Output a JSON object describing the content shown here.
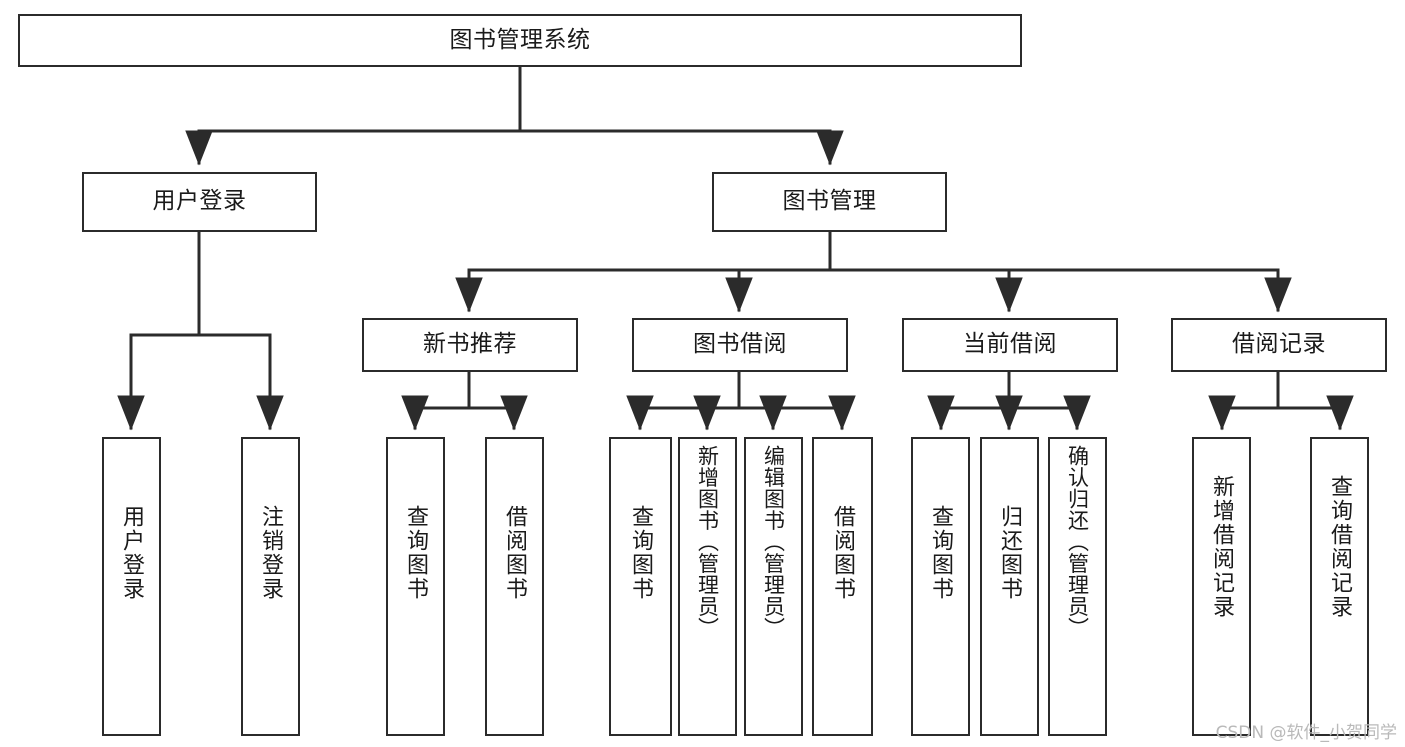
{
  "diagram": {
    "title": "图书管理系统",
    "root": {
      "label": "图书管理系统"
    },
    "level2": [
      {
        "label": "用户登录"
      },
      {
        "label": "图书管理"
      }
    ],
    "level3": [
      {
        "label": "新书推荐"
      },
      {
        "label": "图书借阅"
      },
      {
        "label": "当前借阅"
      },
      {
        "label": "借阅记录"
      }
    ],
    "leaves": {
      "user_login": [
        {
          "label": "用户登录"
        },
        {
          "label": "注销登录"
        }
      ],
      "new_book": [
        {
          "label": "查询图书"
        },
        {
          "label": "借阅图书"
        }
      ],
      "book_borrow": [
        {
          "label": "查询图书"
        },
        {
          "label": "新增图书（管理员）"
        },
        {
          "label": "编辑图书（管理员）"
        },
        {
          "label": "借阅图书"
        }
      ],
      "current_borrow": [
        {
          "label": "查询图书"
        },
        {
          "label": "归还图书"
        },
        {
          "label": "确认归还（管理员）"
        }
      ],
      "borrow_record": [
        {
          "label": "新增借阅记录"
        },
        {
          "label": "查询借阅记录"
        }
      ]
    }
  },
  "watermark": {
    "text": "CSDN @软件_小贺同学"
  },
  "style": {
    "line_color": "#2b2b2b",
    "box_border_color": "#2b2b2b",
    "background": "#ffffff",
    "text_color": "#1a1a1a",
    "watermark_color": "#b9b9b9"
  }
}
